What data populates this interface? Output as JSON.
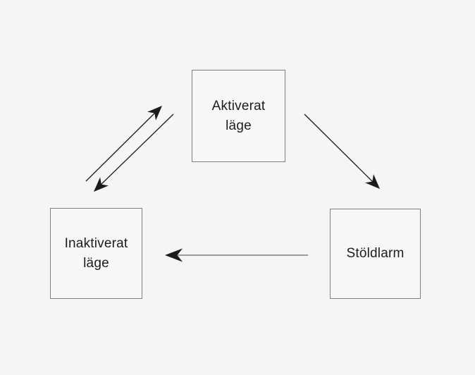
{
  "diagram": {
    "type": "state-diagram",
    "nodes": [
      {
        "id": "aktiverat-lage",
        "label": "Aktiverat\nläge"
      },
      {
        "id": "inaktiverat-lage",
        "label": "Inaktiverat\nläge"
      },
      {
        "id": "stoldlarm",
        "label": "Stöldlarm"
      }
    ],
    "edges": [
      {
        "from": "inaktiverat-lage",
        "to": "aktiverat-lage",
        "style": "black-diagonal"
      },
      {
        "from": "aktiverat-lage",
        "to": "inaktiverat-lage",
        "style": "black-diagonal"
      },
      {
        "from": "aktiverat-lage",
        "to": "stoldlarm",
        "style": "black-diagonal"
      },
      {
        "from": "stoldlarm",
        "to": "inaktiverat-lage",
        "style": "gray-horizontal"
      }
    ],
    "colors": {
      "background": "#f4f5f4",
      "box-fill": "#f6f7f6",
      "box-border": "#7d807e",
      "text": "#1d1d1f",
      "arrow-dark": "#1b1b1b",
      "arrow-gray": "#9a9d9b"
    }
  }
}
